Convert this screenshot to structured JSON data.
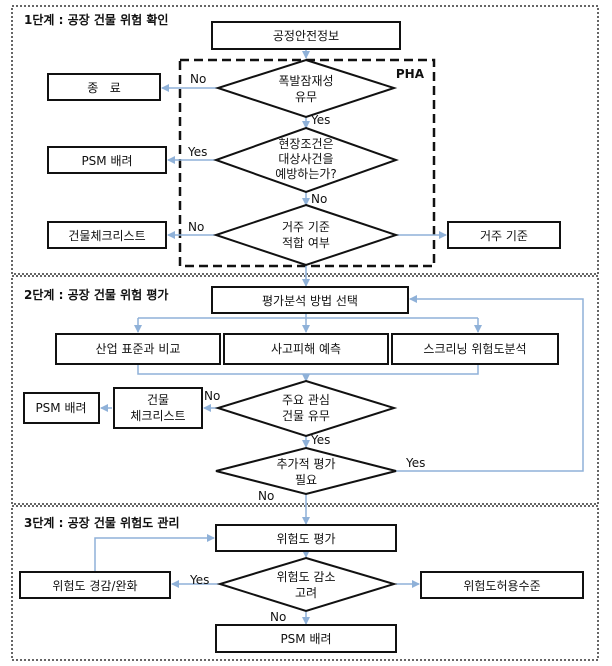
{
  "stages": [
    {
      "title": "1단계 : 공장 건물 위험 확인"
    },
    {
      "title": "2단계 : 공장 건물 위험 평가"
    },
    {
      "title": "3단계 : 공장 건물 위험도 관리"
    }
  ],
  "pha_label": "PHA",
  "colors": {
    "arrow": "#8fb1d8",
    "stroke": "#111111",
    "frame": "#333333"
  },
  "nodes": {
    "process_safety_info": "공정안전정보",
    "explosion_q": [
      "폭발잠재성",
      "유무"
    ],
    "end": "종   료",
    "site_condition_q": [
      "현장조건은",
      "대상사건을",
      "예방하는가?"
    ],
    "psm_1": "PSM 배려",
    "occupancy_q": [
      "거주 기준",
      "적합 여부"
    ],
    "checklist_1": "건물체크리스트",
    "occupancy_standard": "거주 기준",
    "method_select": "평가분석 방법 선택",
    "industry_compare": "산업 표준과 비교",
    "accident_predict": "사고피해 예측",
    "screening": "스크리닝 위험도분석",
    "major_concern_q": [
      "주요 관심",
      "건물 유무"
    ],
    "checklist_2": [
      "건물",
      "체크리스트"
    ],
    "psm_2": "PSM 배려",
    "additional_eval_q": [
      "추가적 평가",
      "필요"
    ],
    "risk_eval": "위험도 평가",
    "risk_reduce_q": [
      "위험도 감소",
      "고려"
    ],
    "risk_mitigate": "위험도 경감/완화",
    "risk_tolerance": "위험도허용수준",
    "psm_3": "PSM 배려"
  },
  "edges": {
    "no": "No",
    "yes": "Yes"
  }
}
